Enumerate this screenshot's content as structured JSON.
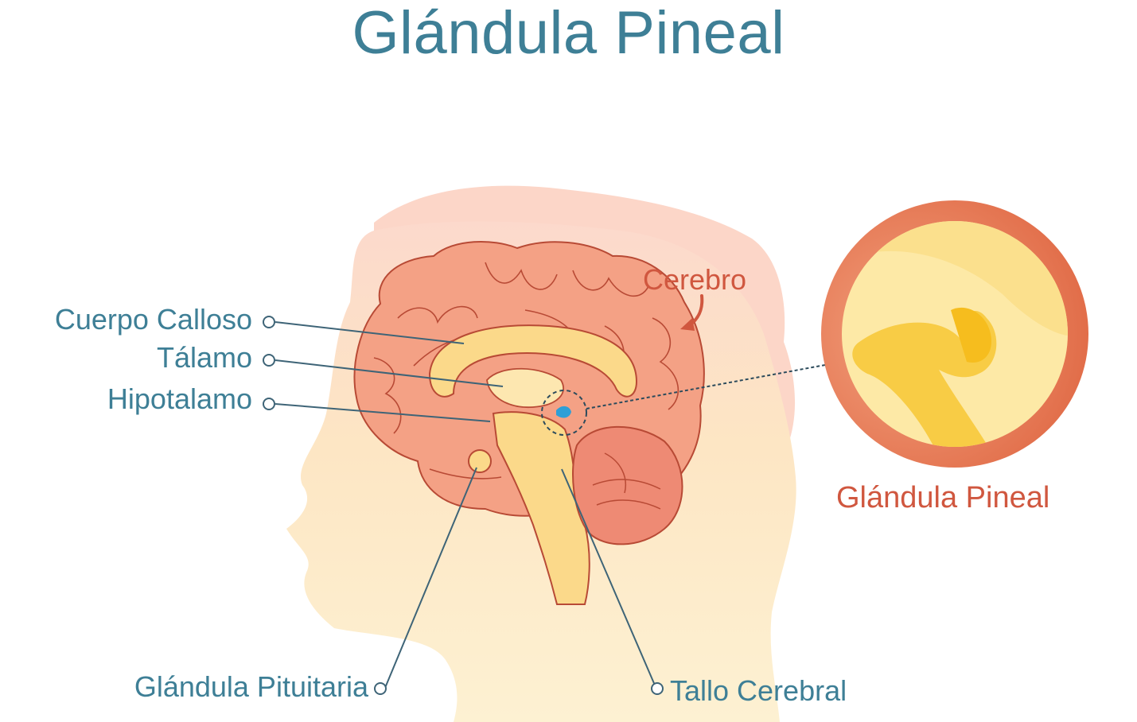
{
  "title": "Glándula Pineal",
  "labels": {
    "corpus_callosum": "Cuerpo Calloso",
    "thalamus": "Tálamo",
    "hypothalamus": "Hipotalamo",
    "pituitary": "Glándula Pituitaria",
    "brainstem": "Tallo Cerebral",
    "cerebrum": "Cerebro",
    "pineal": "Glándula Pineal"
  },
  "colors": {
    "label": "#3e7f96",
    "accent": "#d0573f",
    "brain": "#f0907a",
    "head": "#fde7b6",
    "gland": "#2f9fd6"
  }
}
